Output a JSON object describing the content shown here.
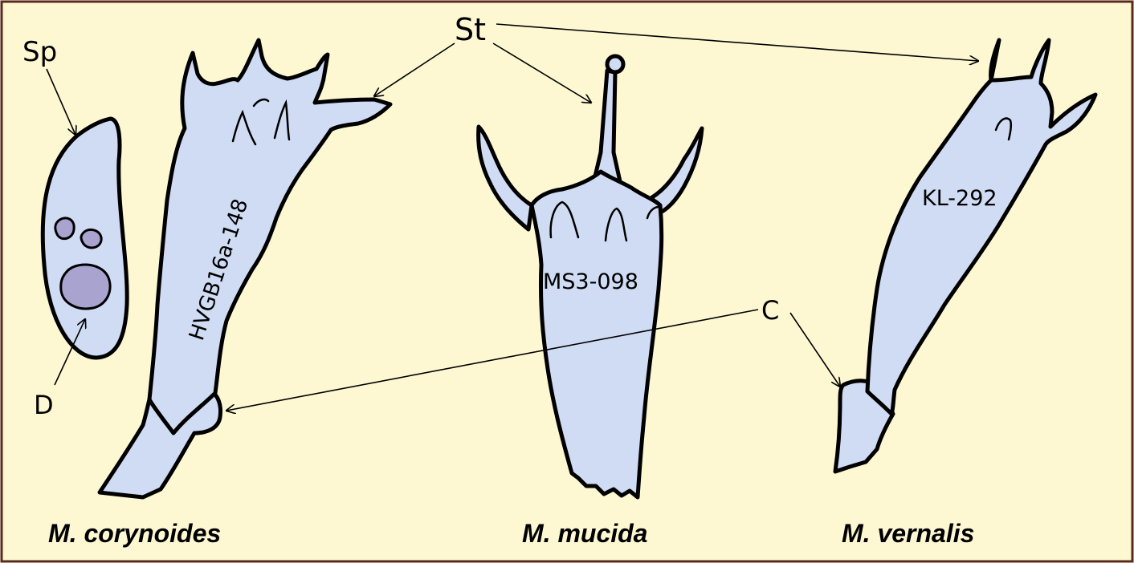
{
  "colors": {
    "background": "#fdf7d2",
    "frame": "#5a2a1a",
    "cell_fill": "#cfdcf3",
    "droplet_fill": "#a9a3cf"
  },
  "labels": {
    "sp": "Sp",
    "st": "St",
    "d": "D",
    "c": "C"
  },
  "specimens": {
    "corynoides": "HVGB16a-148",
    "mucida": "MS3-098",
    "vernalis": "KL-292"
  },
  "species": {
    "corynoides": "M. corynoides",
    "mucida": "M. mucida",
    "vernalis": "M. vernalis"
  }
}
